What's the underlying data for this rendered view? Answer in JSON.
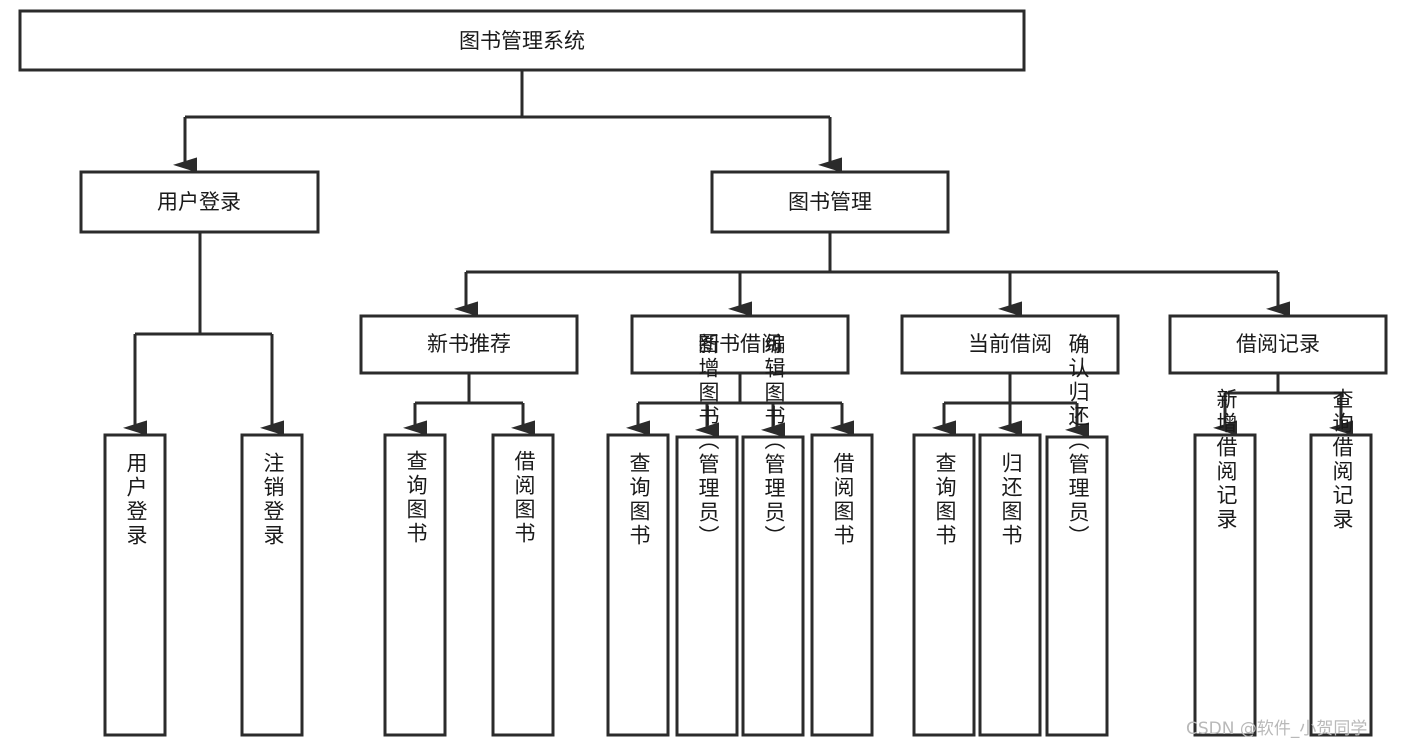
{
  "diagram": {
    "type": "tree-hierarchy",
    "title": "图书管理系统",
    "root": {
      "label": "图书管理系统",
      "level": 0
    },
    "level1": [
      {
        "label": "用户登录"
      },
      {
        "label": "图书管理"
      }
    ],
    "level2": [
      {
        "label": "新书推荐",
        "parent": "图书管理"
      },
      {
        "label": "图书借阅",
        "parent": "图书管理"
      },
      {
        "label": "当前借阅",
        "parent": "图书管理"
      },
      {
        "label": "借阅记录",
        "parent": "图书管理"
      }
    ],
    "leaves": {
      "user_login": [
        {
          "label": "用户登录"
        },
        {
          "label": "注销登录"
        }
      ],
      "new_book_recommend": [
        {
          "label": "查询图书"
        },
        {
          "label": "借阅图书"
        }
      ],
      "book_borrow": [
        {
          "label": "查询图书"
        },
        {
          "label": "新增图书（管理员）"
        },
        {
          "label": "编辑图书（管理员）"
        },
        {
          "label": "借阅图书"
        }
      ],
      "current_borrow": [
        {
          "label": "查询图书"
        },
        {
          "label": "归还图书"
        },
        {
          "label": "确认归还（管理员）"
        }
      ],
      "borrow_record": [
        {
          "label": "新增借阅记录"
        },
        {
          "label": "查询借阅记录"
        }
      ]
    }
  },
  "watermark": {
    "text": "CSDN @软件_小贺同学"
  },
  "colors": {
    "stroke": "#2b2b2b",
    "fill": "#ffffff",
    "text": "#1a1a1a",
    "watermark": "#b9b9b9"
  }
}
